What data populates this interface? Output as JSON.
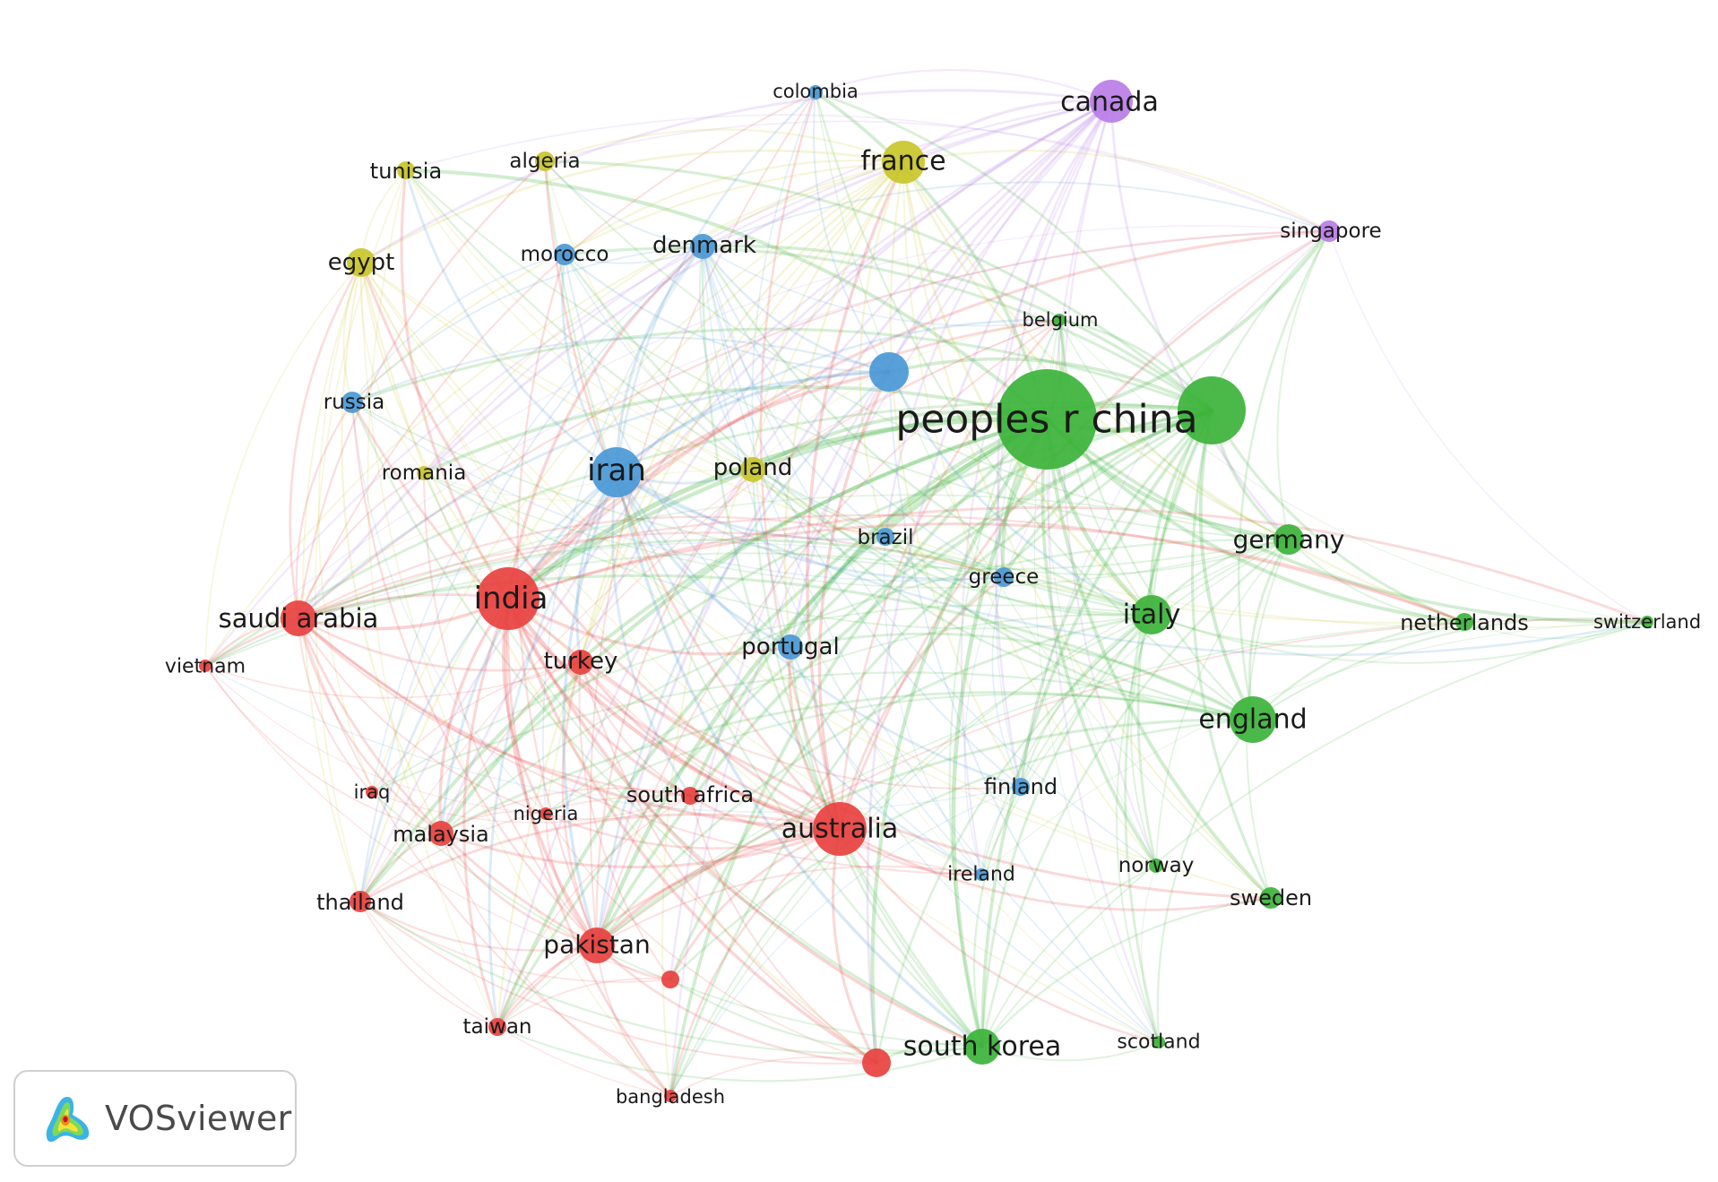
{
  "cluster_colors": {
    "red": "#e8413f",
    "green": "#3cb33a",
    "blue": "#4a98d6",
    "yellow": "#c9c52a",
    "purple": "#b87de6"
  },
  "nodes": [
    {
      "id": "peoples-r-china",
      "label": "peoples r china",
      "cluster": "green",
      "weight": 10
    },
    {
      "id": "usa",
      "label": "",
      "cluster": "green",
      "weight": 7
    },
    {
      "id": "canada",
      "label": "canada",
      "cluster": "purple",
      "weight": 5
    },
    {
      "id": "singapore",
      "label": "singapore",
      "cluster": "purple",
      "weight": 2
    },
    {
      "id": "colombia",
      "label": "colombia",
      "cluster": "blue",
      "weight": 1
    },
    {
      "id": "france",
      "label": "france",
      "cluster": "yellow",
      "weight": 4
    },
    {
      "id": "algeria",
      "label": "algeria",
      "cluster": "yellow",
      "weight": 2
    },
    {
      "id": "tunisia",
      "label": "tunisia",
      "cluster": "yellow",
      "weight": 2
    },
    {
      "id": "egypt",
      "label": "egypt",
      "cluster": "yellow",
      "weight": 3
    },
    {
      "id": "morocco",
      "label": "morocco",
      "cluster": "blue",
      "weight": 2
    },
    {
      "id": "denmark",
      "label": "denmark",
      "cluster": "blue",
      "weight": 3
    },
    {
      "id": "belgium",
      "label": "belgium",
      "cluster": "green",
      "weight": 1
    },
    {
      "id": "unlabeled-blue",
      "label": "",
      "cluster": "blue",
      "weight": 4
    },
    {
      "id": "russia",
      "label": "russia",
      "cluster": "blue",
      "weight": 2
    },
    {
      "id": "romania",
      "label": "romania",
      "cluster": "yellow",
      "weight": 1
    },
    {
      "id": "iran",
      "label": "iran",
      "cluster": "blue",
      "weight": 6
    },
    {
      "id": "poland",
      "label": "poland",
      "cluster": "yellow",
      "weight": 2
    },
    {
      "id": "brazil",
      "label": "brazil",
      "cluster": "blue",
      "weight": 2
    },
    {
      "id": "greece",
      "label": "greece",
      "cluster": "blue",
      "weight": 2
    },
    {
      "id": "germany",
      "label": "germany",
      "cluster": "green",
      "weight": 3
    },
    {
      "id": "italy",
      "label": "italy",
      "cluster": "green",
      "weight": 4
    },
    {
      "id": "netherlands",
      "label": "netherlands",
      "cluster": "green",
      "weight": 2
    },
    {
      "id": "switzerland",
      "label": "switzerland",
      "cluster": "green",
      "weight": 1
    },
    {
      "id": "england",
      "label": "england",
      "cluster": "green",
      "weight": 5
    },
    {
      "id": "saudi-arabia",
      "label": "saudi arabia",
      "cluster": "red",
      "weight": 4
    },
    {
      "id": "india",
      "label": "india",
      "cluster": "red",
      "weight": 7
    },
    {
      "id": "vietnam",
      "label": "vietnam",
      "cluster": "red",
      "weight": 1
    },
    {
      "id": "turkey",
      "label": "turkey",
      "cluster": "red",
      "weight": 3
    },
    {
      "id": "portugal",
      "label": "portugal",
      "cluster": "blue",
      "weight": 3
    },
    {
      "id": "finland",
      "label": "finland",
      "cluster": "blue",
      "weight": 2
    },
    {
      "id": "iraq",
      "label": "iraq",
      "cluster": "red",
      "weight": 1
    },
    {
      "id": "nigeria",
      "label": "nigeria",
      "cluster": "red",
      "weight": 1
    },
    {
      "id": "south-africa",
      "label": "south africa",
      "cluster": "red",
      "weight": 2
    },
    {
      "id": "malaysia",
      "label": "malaysia",
      "cluster": "red",
      "weight": 3
    },
    {
      "id": "australia",
      "label": "australia",
      "cluster": "red",
      "weight": 6
    },
    {
      "id": "ireland",
      "label": "ireland",
      "cluster": "blue",
      "weight": 1
    },
    {
      "id": "norway",
      "label": "norway",
      "cluster": "green",
      "weight": 1
    },
    {
      "id": "sweden",
      "label": "sweden",
      "cluster": "green",
      "weight": 2
    },
    {
      "id": "thailand",
      "label": "thailand",
      "cluster": "red",
      "weight": 2
    },
    {
      "id": "pakistan",
      "label": "pakistan",
      "cluster": "red",
      "weight": 4
    },
    {
      "id": "unlabeled-red",
      "label": "",
      "cluster": "red",
      "weight": 2
    },
    {
      "id": "taiwan",
      "label": "taiwan",
      "cluster": "red",
      "weight": 2
    },
    {
      "id": "south-korea",
      "label": "south korea",
      "cluster": "green",
      "weight": 4
    },
    {
      "id": "unlabeled-red-2",
      "label": "",
      "cluster": "red",
      "weight": 3
    },
    {
      "id": "scotland",
      "label": "scotland",
      "cluster": "green",
      "weight": 1
    },
    {
      "id": "bangladesh",
      "label": "bangladesh",
      "cluster": "red",
      "weight": 1
    }
  ],
  "badge": {
    "brand": "VOSviewer",
    "logo_icon": "vosviewer-logo-icon"
  }
}
